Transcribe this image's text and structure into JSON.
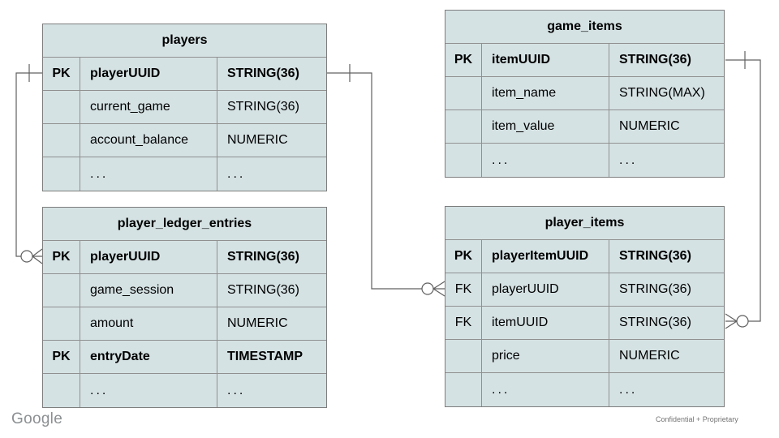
{
  "slide": {
    "logo_text": "Google",
    "footer_note": "Confidential + Proprietary"
  },
  "colors": {
    "table_fill": "#d5e2e4",
    "table_border": "#909090",
    "connector_line": "#606060",
    "text": "#000000",
    "logo_gray": "#8b8f92",
    "footer_gray": "#757575"
  },
  "diagram": {
    "tables": [
      {
        "title": "players",
        "rows": [
          {
            "key": "PK",
            "name": "playerUUID",
            "type": "STRING(36)"
          },
          {
            "key": "",
            "name": "current_game",
            "type": "STRING(36)"
          },
          {
            "key": "",
            "name": "account_balance",
            "type": "NUMERIC"
          },
          {
            "key": "",
            "name": "...",
            "type": "..."
          }
        ]
      },
      {
        "title": "game_items",
        "rows": [
          {
            "key": "PK",
            "name": "itemUUID",
            "type": "STRING(36)"
          },
          {
            "key": "",
            "name": "item_name",
            "type": "STRING(MAX)"
          },
          {
            "key": "",
            "name": "item_value",
            "type": "NUMERIC"
          },
          {
            "key": "",
            "name": "...",
            "type": "..."
          }
        ]
      },
      {
        "title": "player_ledger_entries",
        "rows": [
          {
            "key": "PK",
            "name": "playerUUID",
            "type": "STRING(36)"
          },
          {
            "key": "",
            "name": "game_session",
            "type": "STRING(36)"
          },
          {
            "key": "",
            "name": "amount",
            "type": "NUMERIC"
          },
          {
            "key": "PK",
            "name": "entryDate",
            "type": "TIMESTAMP"
          },
          {
            "key": "",
            "name": "...",
            "type": "..."
          }
        ]
      },
      {
        "title": "player_items",
        "rows": [
          {
            "key": "PK",
            "name": "playerItemUUID",
            "type": "STRING(36)"
          },
          {
            "key": "FK",
            "name": "playerUUID",
            "type": "STRING(36)"
          },
          {
            "key": "FK",
            "name": "itemUUID",
            "type": "STRING(36)"
          },
          {
            "key": "",
            "name": "price",
            "type": "NUMERIC"
          },
          {
            "key": "",
            "name": "...",
            "type": "..."
          }
        ]
      }
    ],
    "relationships": [
      {
        "from": "players.playerUUID",
        "to": "player_ledger_entries.playerUUID",
        "cardinality": "one-to-zero-or-many"
      },
      {
        "from": "players.playerUUID",
        "to": "player_items.playerUUID",
        "cardinality": "one-to-zero-or-many"
      },
      {
        "from": "game_items.itemUUID",
        "to": "player_items.itemUUID",
        "cardinality": "one-to-zero-or-many"
      }
    ]
  }
}
